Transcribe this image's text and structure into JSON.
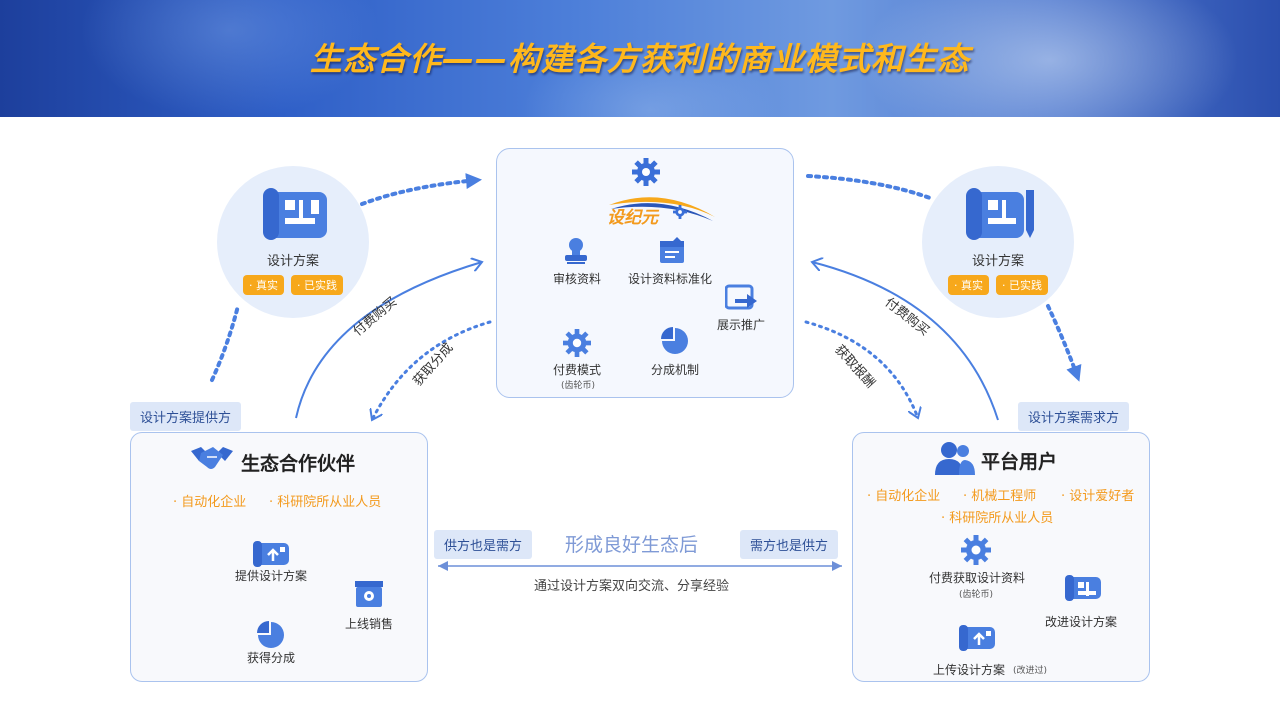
{
  "title": "生态合作——构建各方获利的商业模式和生态",
  "logo": {
    "text": "设纪元"
  },
  "center": {
    "steps": [
      "审核资料",
      "设计资料标准化",
      "展示推广",
      "分成机制",
      "付费模式"
    ],
    "pay_note": "(齿轮币)"
  },
  "left_circle": {
    "title": "设计方案",
    "tags": [
      "· 真实",
      "· 已实践"
    ]
  },
  "right_circle": {
    "title": "设计方案",
    "tags": [
      "· 真实",
      "· 已实践"
    ]
  },
  "arrows": {
    "left_buy": "付费购买",
    "left_share": "获取分成",
    "right_buy": "付费购买",
    "right_reward": "获取报酬"
  },
  "provider": {
    "chip": "设计方案提供方",
    "title": "生态合作伙伴",
    "items": [
      "· 自动化企业",
      "· 科研院所从业人员"
    ],
    "steps": [
      "提供设计方案",
      "上线销售",
      "获得分成"
    ]
  },
  "demander": {
    "chip": "设计方案需求方",
    "title": "平台用户",
    "items": [
      "· 自动化企业",
      "· 机械工程师",
      "· 设计爱好者",
      "· 科研院所从业人员"
    ],
    "steps": [
      "付费获取设计资料",
      "改进设计方案",
      "上传设计方案"
    ],
    "pay_note": "(齿轮币)",
    "upload_note": "(改进过)"
  },
  "middle": {
    "left_chip": "供方也是需方",
    "right_chip": "需方也是供方",
    "headline": "形成良好生态后",
    "sub": "通过设计方案双向交流、分享经验"
  },
  "colors": {
    "accent": "#4a7fe0",
    "orange": "#f7a81b",
    "title": "#ffb81c"
  }
}
